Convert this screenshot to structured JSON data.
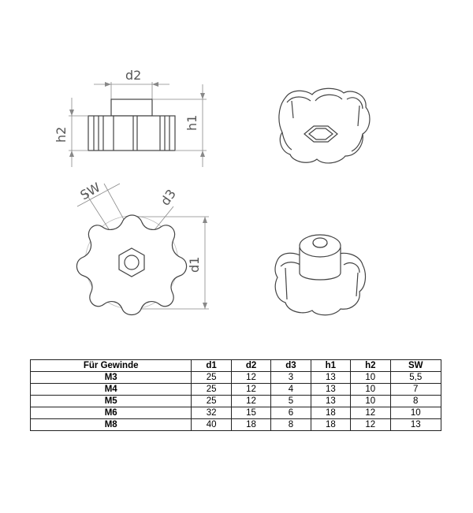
{
  "drawing": {
    "labels": {
      "d2": "d2",
      "h1": "h1",
      "h2": "h2",
      "sw": "SW",
      "d3": "d3",
      "d1": "d1"
    },
    "line_color": "#555555"
  },
  "table": {
    "headers": [
      "Für Gewinde",
      "d1",
      "d2",
      "d3",
      "h1",
      "h2",
      "SW"
    ],
    "rows": [
      [
        "M3",
        "25",
        "12",
        "3",
        "13",
        "10",
        "5,5"
      ],
      [
        "M4",
        "25",
        "12",
        "4",
        "13",
        "10",
        "7"
      ],
      [
        "M5",
        "25",
        "12",
        "5",
        "13",
        "10",
        "8"
      ],
      [
        "M6",
        "32",
        "15",
        "6",
        "18",
        "12",
        "10"
      ],
      [
        "M8",
        "40",
        "18",
        "8",
        "18",
        "12",
        "13"
      ]
    ]
  }
}
